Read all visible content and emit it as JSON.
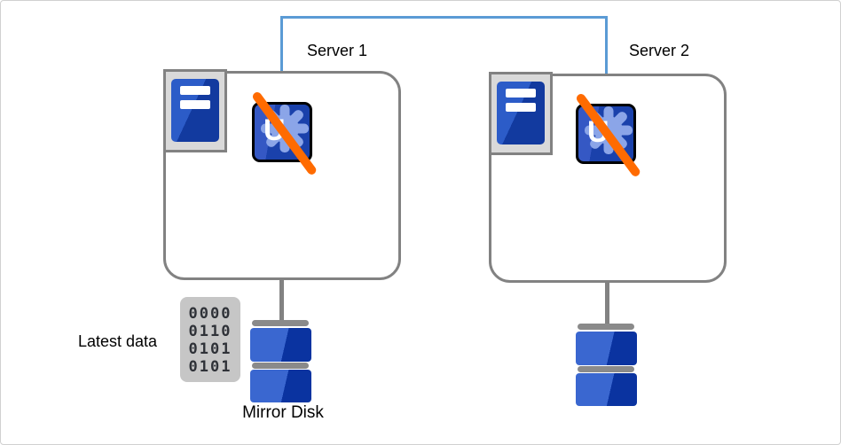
{
  "colors": {
    "connector": "#5b9bd5",
    "outline": "#828282",
    "hw_gray": "#8a8a8a",
    "tower_bg": "#d9d9d9",
    "tower_light": "#2c5cc8",
    "tower_dark": "#123a9f",
    "app_light": "#3558c4",
    "app_dark": "#1a41ab",
    "gear": "#8ba5e8",
    "glyph": "#ffffff",
    "slash": "#ff6b00",
    "disk_light": "#3a67d0",
    "disk_dark": "#0a33a0",
    "pad_bg": "#c6c6c6",
    "pad_text": "#2f3238"
  },
  "server1": {
    "label": "Server 1"
  },
  "server2": {
    "label": "Server 2"
  },
  "app_icon": {
    "glyph": "U"
  },
  "binary": {
    "rows": [
      "0000",
      "0110",
      "0101",
      "0101"
    ]
  },
  "annotations": {
    "latest_data": "Latest data",
    "mirror_disk": "Mirror Disk"
  },
  "icons": {
    "server_tower": "server-tower-icon",
    "stopped_app": "app-stopped-icon (gear + U, orange slash = not running)",
    "mirror_disk": "disk-stack-icon",
    "binary_pad": "binary-data-icon"
  }
}
